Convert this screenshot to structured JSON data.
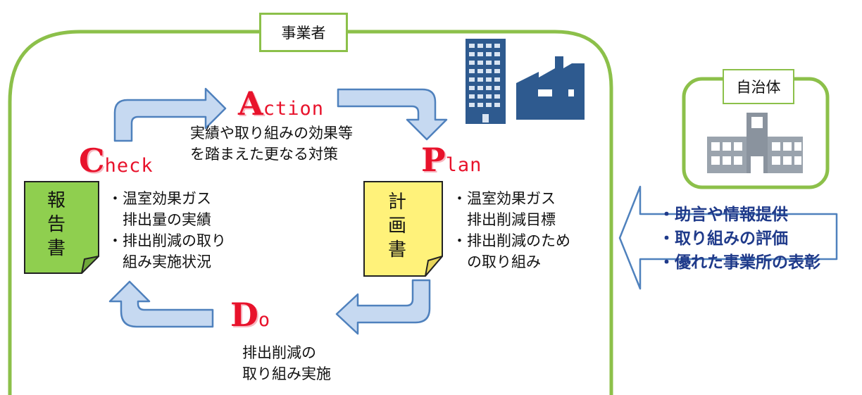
{
  "business": {
    "label": "事業者"
  },
  "municipality": {
    "label": "自治体"
  },
  "cycle": {
    "action": {
      "initial": "A",
      "rest": "ction",
      "desc": [
        "実績や取り組みの効果等",
        "を踏まえた更なる対策"
      ]
    },
    "plan": {
      "initial": "P",
      "rest": "lan",
      "desc": [
        "・温室効果ガス",
        "　排出削減目標",
        "・排出削減のため",
        "　の取り組み"
      ]
    },
    "do": {
      "initial": "D",
      "rest": "o",
      "desc": [
        "排出削減の",
        "取り組み実施"
      ]
    },
    "check": {
      "initial": "C",
      "rest": "heck",
      "desc": [
        "・温室効果ガス",
        "　排出量の実績",
        "・排出削減の取り",
        "　組み実施状況"
      ]
    }
  },
  "documents": {
    "report": [
      "報",
      "告",
      "書"
    ],
    "plan": [
      "計",
      "画",
      "書"
    ]
  },
  "support": [
    "・助言や情報提供",
    "・取り組みの評価",
    "・優れた事業所の表彰"
  ],
  "colors": {
    "frame": "#8cc04a",
    "phase_text": "#e8122b",
    "arrow_fill": "#c6d9f1",
    "arrow_stroke": "#4f81bd",
    "report_doc": "#8fcf4f",
    "plan_doc": "#fff27a",
    "support_text": "#1f3a8a",
    "building": "#2e5a8f",
    "municipal_building": "#9aa3ad"
  },
  "icons": [
    "office-building-icon",
    "factory-icon",
    "city-hall-icon",
    "left-arrow-icon"
  ]
}
